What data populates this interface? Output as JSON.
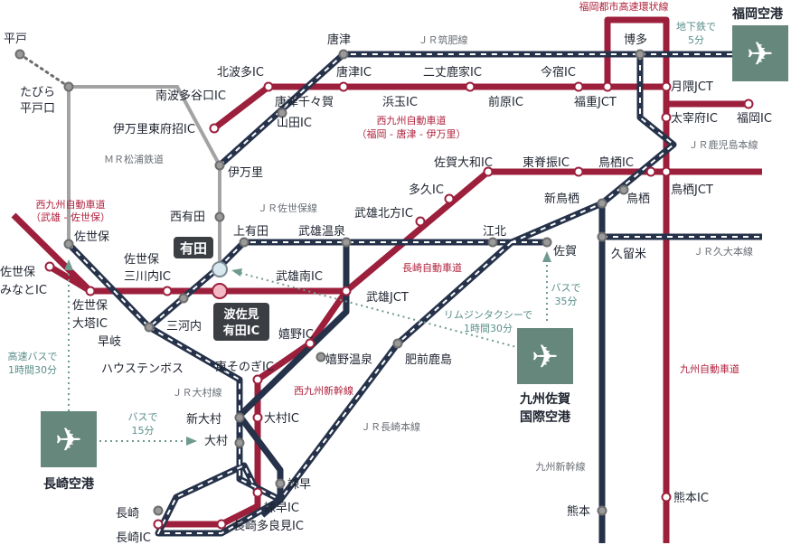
{
  "colors": {
    "expressway": "#9c1f3c",
    "railway": "#25324a",
    "other_rail": "#a3a3a3",
    "airport": "#66877c",
    "note_teal": "#5a8f8a"
  },
  "lines": {
    "ring_road": "福岡都市高速環状線",
    "jr_chikuhi": "ＪＲ筑肥線",
    "nishikyushu_fukuoka": "西九州自動車道",
    "nishikyushu_fukuoka_sub": "（福岡 - 唐津 - 伊万里）",
    "mr_matsuura": "ＭＲ松浦鉄道",
    "jr_kagoshima": "ＪＲ鹿児島本線",
    "nishikyushu_takeo": "西九州自動車道",
    "nishikyushu_takeo_sub": "（武雄 - 佐世保）",
    "jr_sasebo": "ＪＲ佐世保線",
    "jr_kyudai": "ＪＲ久大本線",
    "nagasaki_exp": "長崎自動車道",
    "jr_omura": "ＪＲ大村線",
    "nishikyushu_shinkansen": "西九州新幹線",
    "jr_nagasaki": "ＪＲ長崎本線",
    "kyushu_exp": "九州自動車道",
    "kyushu_shinkansen": "九州新幹線"
  },
  "notes": {
    "subway_1": "地下鉄で",
    "subway_2": "5分",
    "bus_saga_1": "バスで",
    "bus_saga_2": "35分",
    "limo_1": "リムジンタクシーで",
    "limo_2": "1時間30分",
    "hwbus_1": "高速バスで",
    "hwbus_2": "1時間30分",
    "bus_nagasaki_1": "バスで",
    "bus_nagasaki_2": "15分"
  },
  "airports": {
    "fukuoka": "福岡空港",
    "saga_1": "九州佐賀",
    "saga_2": "国際空港",
    "nagasaki": "長崎空港"
  },
  "badges": {
    "arita": "有田",
    "hasami_1": "波佐見",
    "hasami_2": "有田IC"
  },
  "labels": {
    "hirado": "平戸",
    "tabira_1": "たびら",
    "tabira_2": "平戸口",
    "karatsu": "唐津",
    "hakata": "博多",
    "kitahata_ic": "北波多IC",
    "minamihata_ic": "南波多谷口IC",
    "karatsu_ic": "唐津IC",
    "nijo_ic": "二丈鹿家IC",
    "imajuku_ic": "今宿IC",
    "getsukuma_jct": "月隈JCT",
    "karatsu_chiga": "唐津千々賀",
    "hamatama_ic": "浜玉IC",
    "maebaru_ic": "前原IC",
    "fukushige_jct": "福重JCT",
    "imari_higashi_ic": "伊万里東府招IC",
    "yamada_ic": "山田IC",
    "dazaifu_ic": "太宰府IC",
    "fukuoka_ic": "福岡IC",
    "imari": "伊万里",
    "saga_yamato_ic": "佐賀大和IC",
    "higashisefuri_ic": "東脊振IC",
    "tosu_ic": "鳥栖IC",
    "takuo_ic": "多久IC",
    "shintosu": "新鳥栖",
    "tosu": "鳥栖",
    "tosu_jct": "鳥栖JCT",
    "nishiarita": "西有田",
    "takeo_kitagata_ic": "武雄北方IC",
    "kamiarita": "上有田",
    "takeo_onsen": "武雄温泉",
    "kohoku": "江北",
    "sasebo": "佐世保",
    "saga": "佐賀",
    "kurume": "久留米",
    "sasebo_minato_1": "佐世保",
    "sasebo_minato_2": "みなとIC",
    "sasebo_mikawachi_1": "佐世保",
    "sasebo_mikawachi_2": "三川内IC",
    "takeo_minami_ic": "武雄南IC",
    "takeo_jct": "武雄JCT",
    "sasebo_otou_1": "佐世保",
    "sasebo_otou_2": "大塔IC",
    "mikawachi": "三河内",
    "haiki": "早岐",
    "ureshino_ic": "嬉野IC",
    "ureshino_onsen": "嬉野温泉",
    "hizen_kashima": "肥前鹿島",
    "huis_ten_bosch": "ハウステンボス",
    "higashisonogi_ic": "東そのぎIC",
    "shin_omura": "新大村",
    "omura_ic": "大村IC",
    "omura": "大村",
    "isahaya": "諫早",
    "isahaya_ic": "諫早IC",
    "nagasaki": "長崎",
    "nagasaki_tarami_ic": "長崎多良見IC",
    "nagasaki_ic": "長崎IC",
    "kumamoto": "熊本",
    "kumamoto_ic": "熊本IC"
  }
}
